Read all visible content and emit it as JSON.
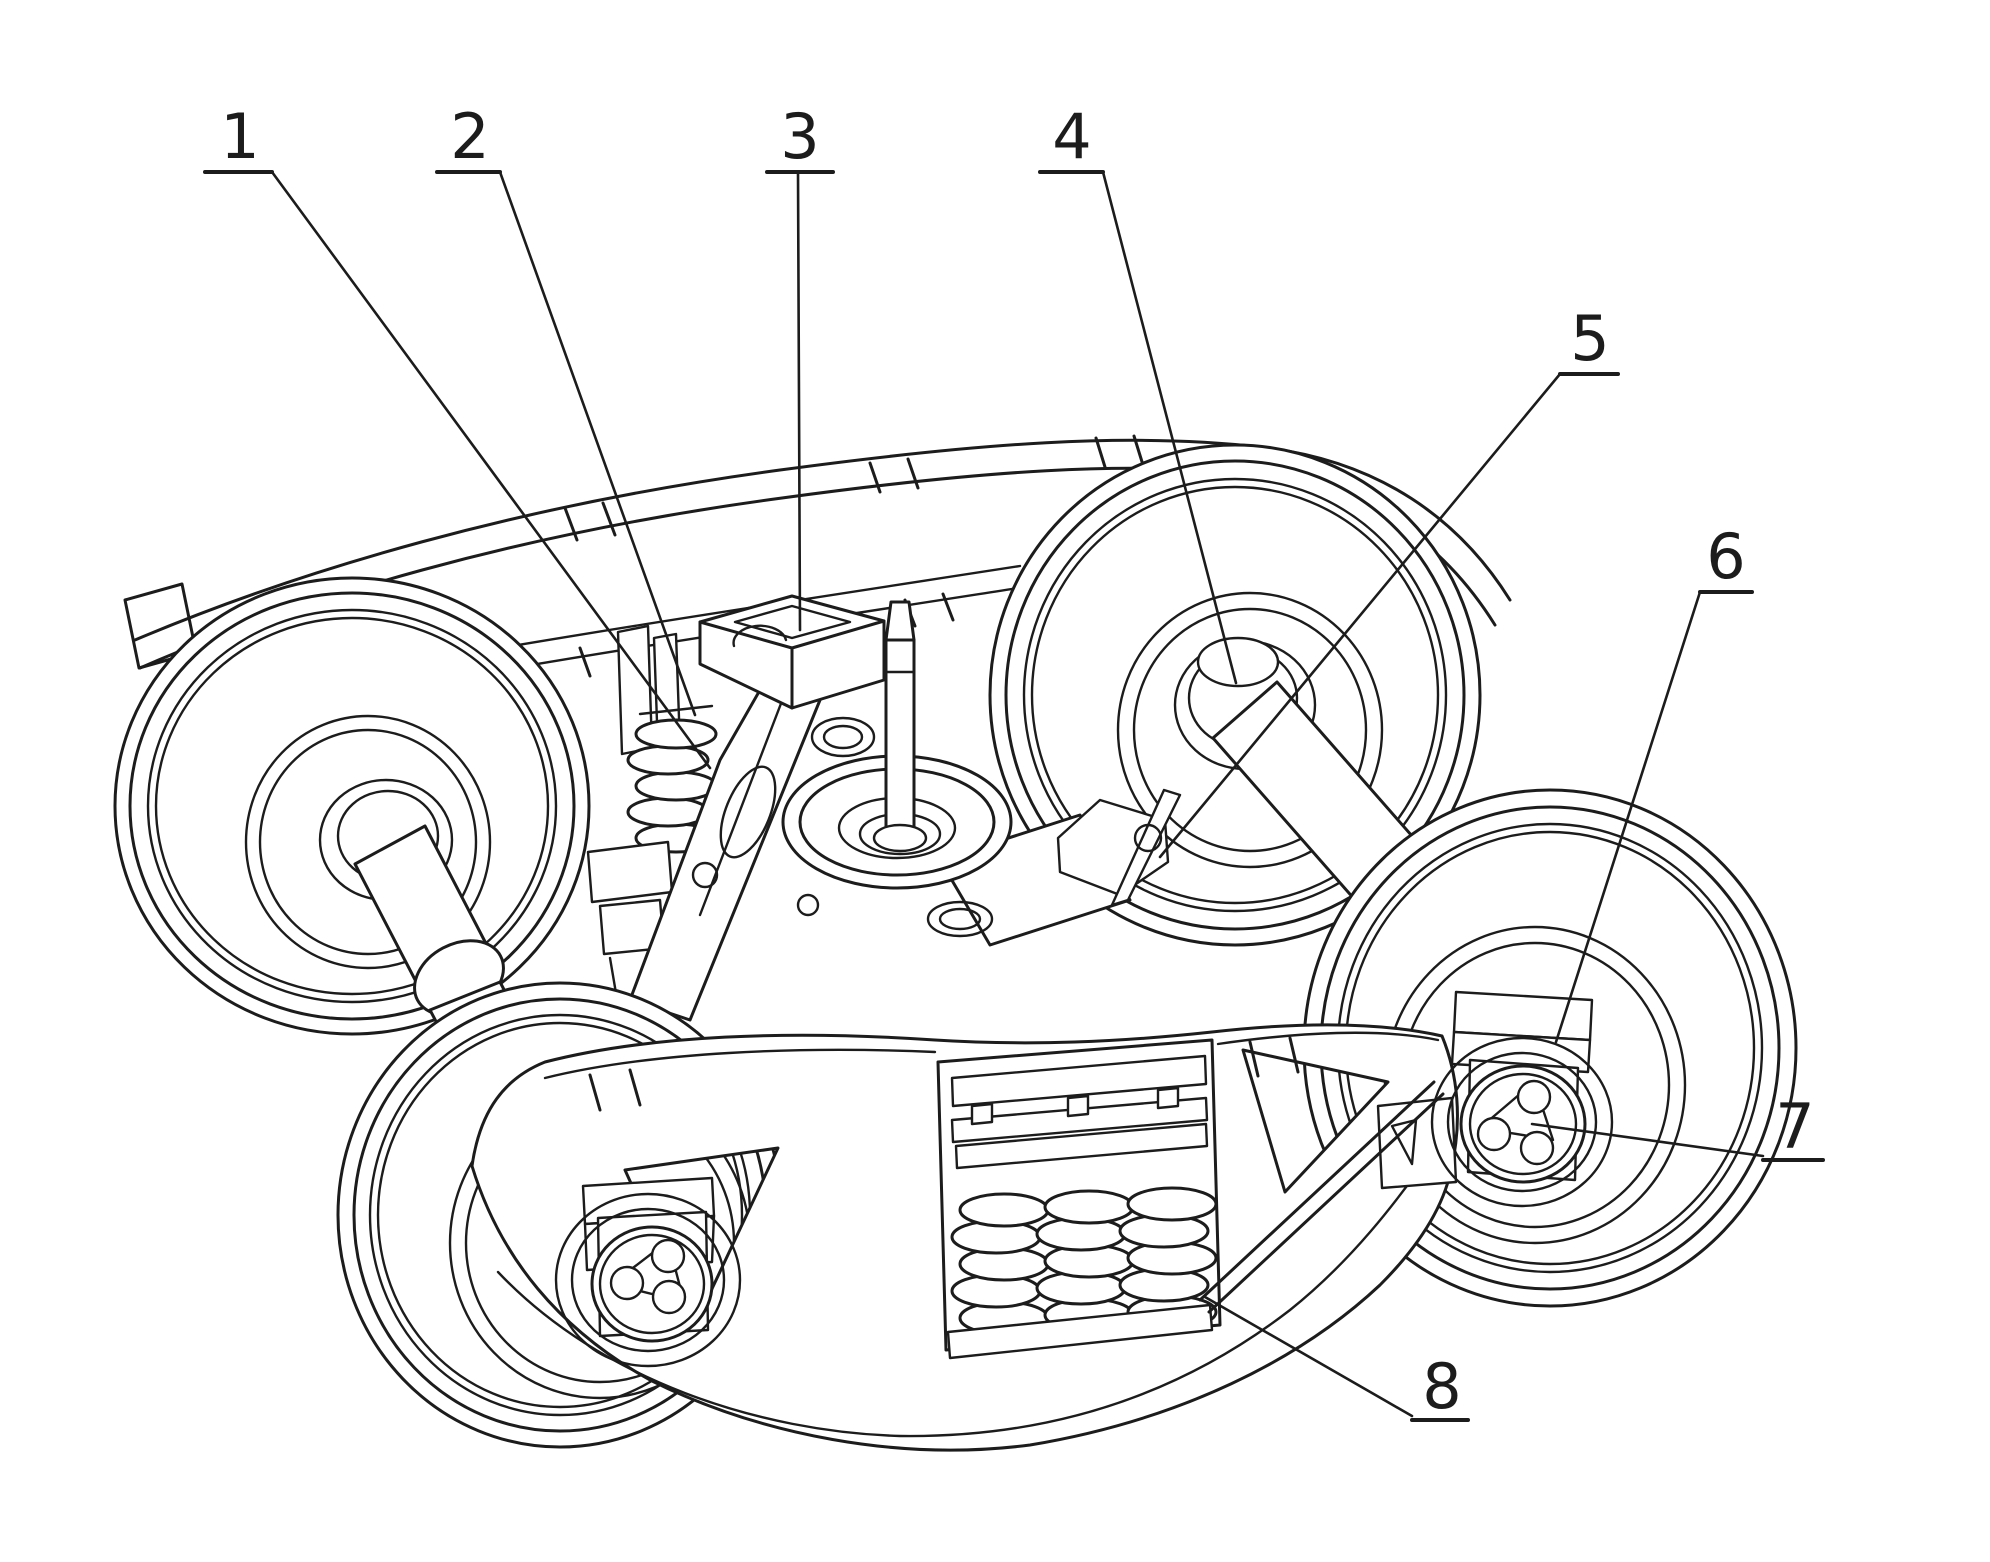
{
  "figure": {
    "description": "Black-and-white patent-style line drawing of a railway freight bogie (three-piece truck) in isometric view: four wheels, two axles, side frames, bolster with center bowl and pin, coil spring groups and axle end caps",
    "background_color": "#ffffff",
    "line_color": "#1c1c1c"
  },
  "callouts": [
    {
      "label": "1"
    },
    {
      "label": "2"
    },
    {
      "label": "3"
    },
    {
      "label": "4"
    },
    {
      "label": "5"
    },
    {
      "label": "6"
    },
    {
      "label": "7"
    },
    {
      "label": "8"
    }
  ]
}
